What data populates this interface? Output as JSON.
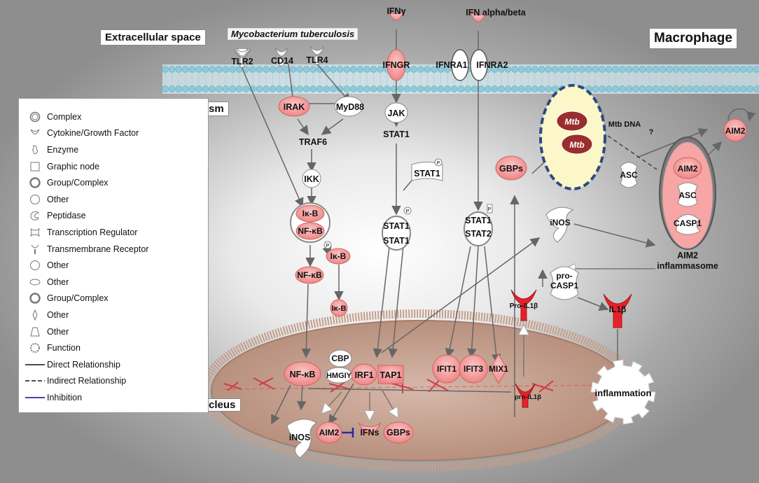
{
  "regions": {
    "extracellular": "Extracellular space",
    "pathogen": "Mycobacterium tuberculosis",
    "macrophage": "Macrophage",
    "cytoplasm": "Cytoplasm",
    "nucleus": "Nucleus"
  },
  "legend": [
    {
      "label": "Complex",
      "icon": "complex-icon"
    },
    {
      "label": "Cytokine/Growth Factor",
      "icon": "cytokine-icon"
    },
    {
      "label": "Enzyme",
      "icon": "enzyme-icon"
    },
    {
      "label": "Graphic node",
      "icon": "graphic-node-icon"
    },
    {
      "label": "Group/Complex",
      "icon": "group-complex-icon"
    },
    {
      "label": "Other",
      "icon": "other-circle-icon"
    },
    {
      "label": "Peptidase",
      "icon": "peptidase-icon"
    },
    {
      "label": "Transcription Regulator",
      "icon": "transcription-regulator-icon"
    },
    {
      "label": "Transmembrane Receptor",
      "icon": "transmembrane-receptor-icon"
    },
    {
      "label": "Other",
      "icon": "other-circle-icon"
    },
    {
      "label": "Other",
      "icon": "other-ellipse-icon"
    },
    {
      "label": "Group/Complex",
      "icon": "group-complex-icon"
    },
    {
      "label": "Other",
      "icon": "other-diamond-icon"
    },
    {
      "label": "Other",
      "icon": "other-trapezoid-icon"
    },
    {
      "label": "Function",
      "icon": "function-icon"
    },
    {
      "label": "Direct Relationship",
      "icon": "solid-line-icon"
    },
    {
      "label": "Indirect Relationship",
      "icon": "dashed-line-icon"
    },
    {
      "label": "Inhibition",
      "icon": "inhibition-line-icon"
    }
  ],
  "colors": {
    "pink": "#f29a9a",
    "red": "#e8202a",
    "membrane": "#8ccbdc",
    "mtb_fill": "#fbf7c9",
    "mtb_border": "#2e4a80",
    "bacterium": "#9a2d2d",
    "nucleus_fill": "#c7a596",
    "inhibition": "#2b2b9f"
  },
  "nodes": {
    "tlr2": "TLR2",
    "cd14": "CD14",
    "tlr4": "TLR4",
    "ifng": "IFNγ",
    "ifngr": "IFNGR",
    "ifn_ab": "IFN alpha/beta",
    "ifnra1": "IFNRA1",
    "ifnra2": "IFNRA2",
    "irak": "IRAK",
    "myd88": "MyD88",
    "traf6": "TRAF6",
    "ikk": "IKK",
    "ikb": "Iκ-B",
    "nfkb": "NF-κB",
    "p": "P",
    "jak": "JAK",
    "stat1": "STAT1",
    "stat2": "STAT2",
    "gbps": "GBPs",
    "mtb": "Mtb",
    "mtb_dna": "Mtb DNA",
    "q": "?",
    "asc": "ASC",
    "aim2": "AIM2",
    "casp1": "CASP1",
    "aim2_inflammasome_1": "AIM2",
    "aim2_inflammasome_2": "inflammasome",
    "inos": "iNOS",
    "pro": "pro-",
    "pro_casp1": "CASP1",
    "pro_il1b": "Pro-IL1β",
    "il1b": "IL1β",
    "pro_il1b_nuc": "pro-IL1β",
    "cbp": "CBP",
    "hmgiy": "HMGIY",
    "irf1": "IRF1",
    "tap1": "TAP1",
    "ifit1": "IFIT1",
    "ifit3": "IFIT3",
    "mix1": "MIX1",
    "ifns": "IFNs",
    "inflammation": "inflammation"
  }
}
